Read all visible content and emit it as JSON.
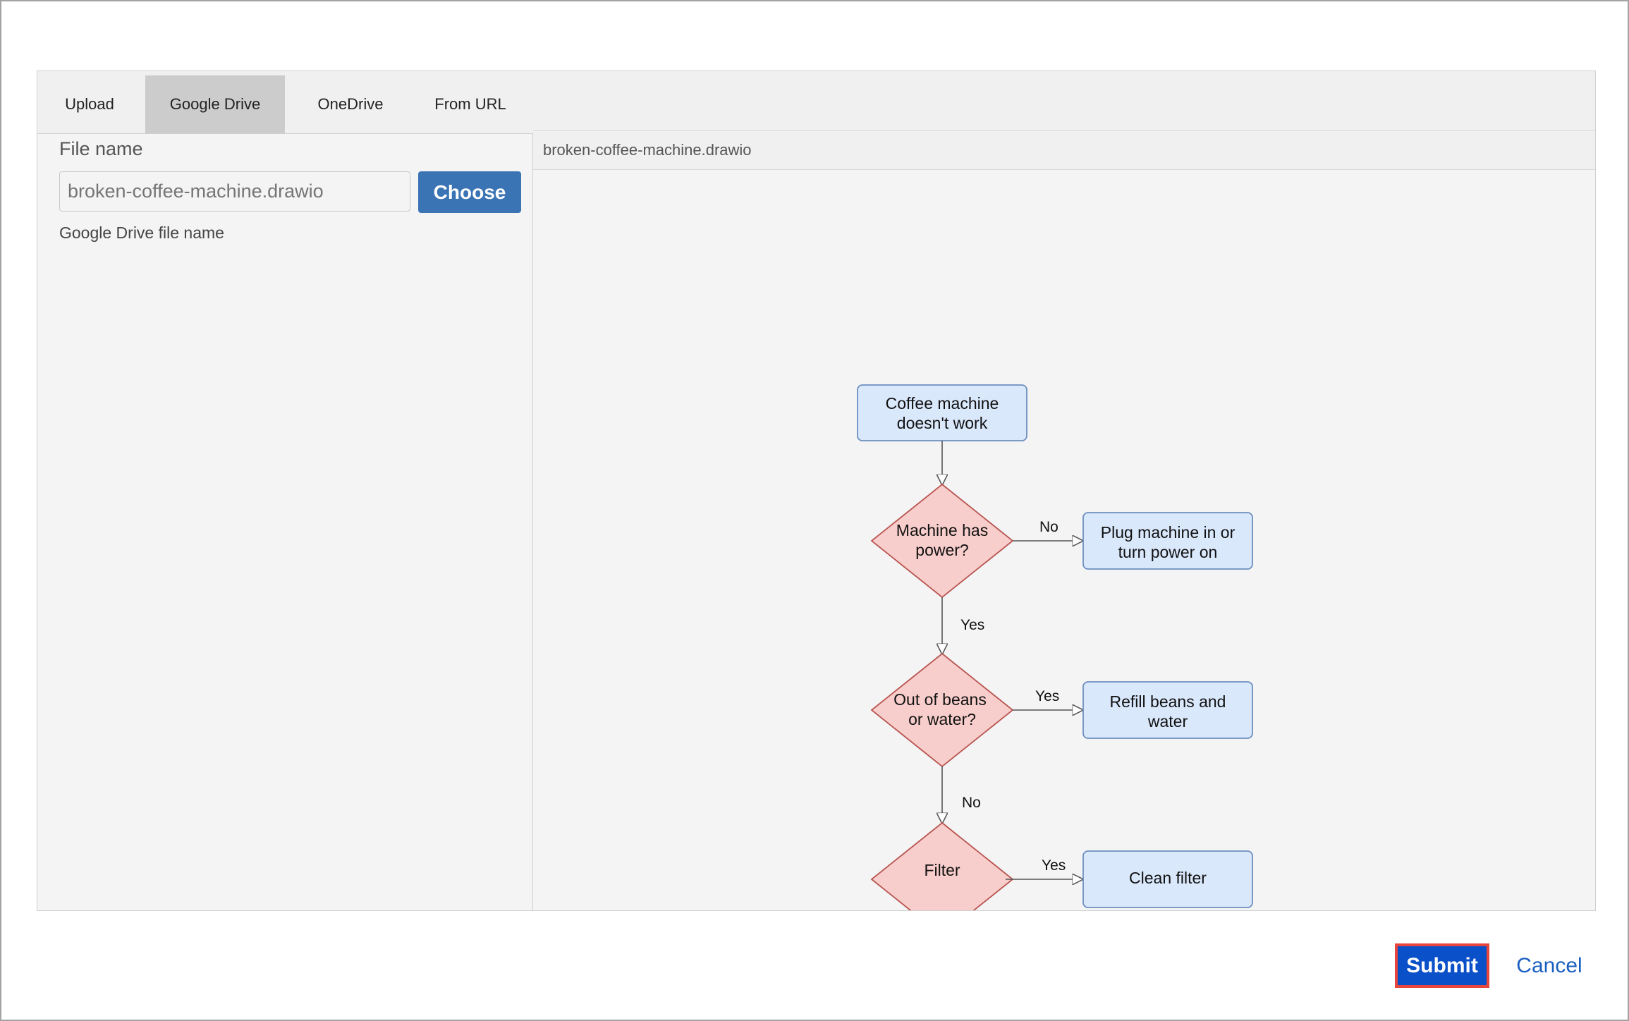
{
  "tabs": [
    {
      "label": "Upload"
    },
    {
      "label": "Google Drive",
      "active": true
    },
    {
      "label": "OneDrive"
    },
    {
      "label": "From URL"
    }
  ],
  "file_form": {
    "label": "File name",
    "placeholder": "broken-coffee-machine.drawio",
    "value": "",
    "choose_label": "Choose",
    "hint": "Google Drive file name"
  },
  "preview": {
    "filename": "broken-coffee-machine.drawio",
    "diagram": {
      "start": "Coffee machine doesn't work",
      "start_lines": [
        "Coffee machine",
        "doesn't work"
      ],
      "q1_lines": [
        "Machine has",
        "power?"
      ],
      "a1_lines": [
        "Plug machine in or",
        "turn power on"
      ],
      "q2_lines": [
        "Out of beans",
        "or water?"
      ],
      "a2_lines": [
        "Refill beans and",
        "water"
      ],
      "q3_lines": [
        "Filter"
      ],
      "a3_lines": [
        "Clean filter"
      ],
      "edge_no": "No",
      "edge_yes": "Yes"
    }
  },
  "footer": {
    "submit_label": "Submit",
    "cancel_label": "Cancel"
  },
  "colors": {
    "process_fill": "#dae8fc",
    "process_stroke": "#6c8ebf",
    "decision_fill": "#f8cecc",
    "decision_stroke": "#b85450",
    "submit_bg": "#0a50c8",
    "submit_highlight": "#e8453c",
    "choose_bg": "#3a74b4"
  }
}
